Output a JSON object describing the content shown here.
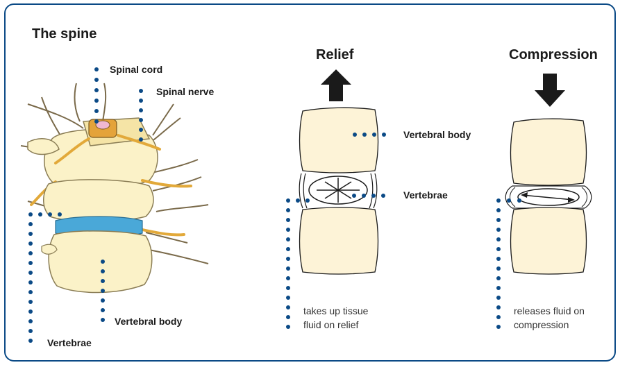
{
  "title": "The spine",
  "spine_labels": {
    "spinal_cord": "Spinal cord",
    "spinal_nerve": "Spinal nerve",
    "vertebral_body": "Vertebral body",
    "vertebrae": "Vertebrae"
  },
  "relief": {
    "heading": "Relief",
    "vertebral_body": "Vertebral body",
    "vertebrae": "Vertebrae",
    "note_line1": "takes up tissue",
    "note_line2": "fluid on relief"
  },
  "compression": {
    "heading": "Compression",
    "note_line1": "releases fluid on",
    "note_line2": "compression"
  },
  "colors": {
    "border": "#0b4a86",
    "dot": "#0b4a86",
    "bone": "#fdf3d7",
    "disc": "#4aa8d8",
    "nerve": "#e2a93a"
  }
}
